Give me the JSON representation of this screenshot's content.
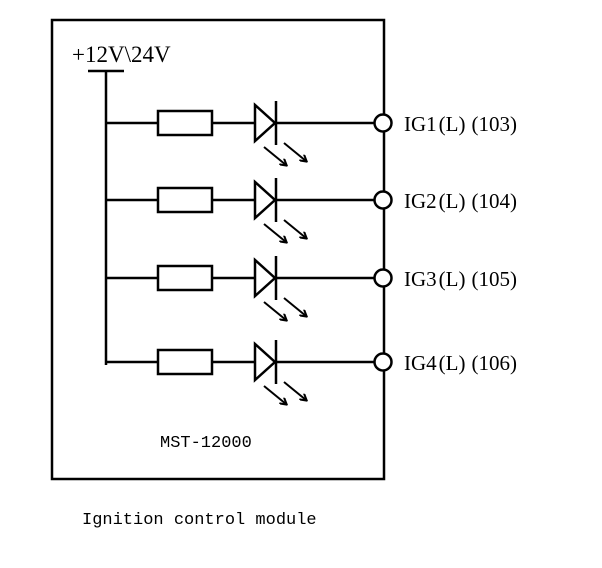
{
  "supply_label": "+12V\\24V",
  "module_name": "MST-12000",
  "caption": "Ignition control module",
  "colors": {
    "ink": "#000000",
    "background": "#ffffff"
  },
  "channels": [
    {
      "name": "IG1",
      "mode": "(L)",
      "pin": "(103)",
      "pin_symbol": "open-circle-terminal"
    },
    {
      "name": "IG2",
      "mode": "(L)",
      "pin": "(104)",
      "pin_symbol": "open-circle-terminal"
    },
    {
      "name": "IG3",
      "mode": "(L)",
      "pin": "(105)",
      "pin_symbol": "open-circle-terminal"
    },
    {
      "name": "IG4",
      "mode": "(L)",
      "pin": "(106)",
      "pin_symbol": "open-circle-terminal"
    }
  ],
  "components": {
    "resistor": "resistor-symbol",
    "led": "led-symbol"
  }
}
